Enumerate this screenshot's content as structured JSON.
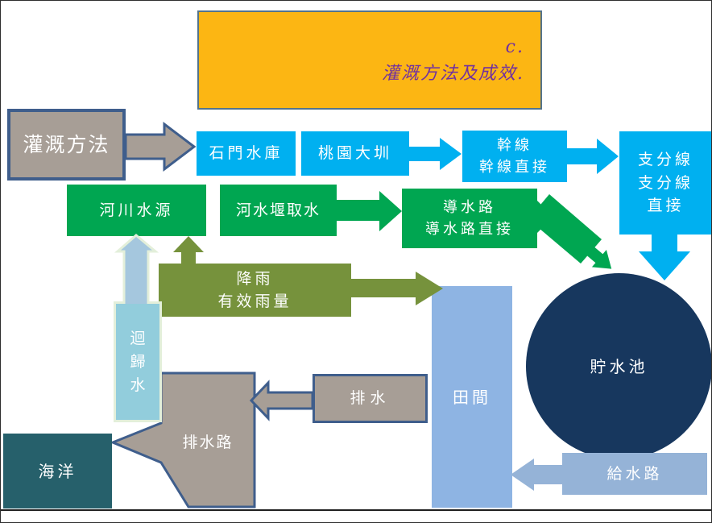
{
  "slide": {
    "title": {
      "prefix": "c.",
      "text": "灌溉方法及成效."
    },
    "nodes": {
      "method": {
        "label": "灌溉方法"
      },
      "reservoir": {
        "label": "石門水庫"
      },
      "canal": {
        "label": "桃園大圳"
      },
      "trunk_line": {
        "line1": "幹線",
        "line2": "幹線直接"
      },
      "branch_line": {
        "line1": "支分線",
        "line2": "支分線",
        "line3": "直接"
      },
      "river_source": {
        "label": "河川水源"
      },
      "weir_intake": {
        "label": "河水堰取水"
      },
      "conduit": {
        "line1": "導水路",
        "line2": "導水路直接"
      },
      "rainfall": {
        "line1": "降雨",
        "line2": "有效雨量"
      },
      "storage_pond": {
        "label": "貯水池"
      },
      "field": {
        "label": "田間"
      },
      "supply_channel": {
        "label": "給水路"
      },
      "drainage": {
        "label": "排水"
      },
      "drainage_channel": {
        "label": "排水路"
      },
      "return_water": {
        "char1": "迴",
        "char2": "歸",
        "char3": "水"
      },
      "ocean": {
        "label": "海洋"
      }
    },
    "colors": {
      "orange": "#FCB613",
      "orange-border": "#54748C",
      "purple": "#7030A0",
      "cyan": "#00B0F0",
      "green": "#00A651",
      "olive": "#76923C",
      "gray": "#A79E96",
      "gray-border": "#3F5E8C",
      "navy": "#17375E",
      "field-blue": "#8EB4E3",
      "supply-blue": "#95B3D7",
      "return-fill": "#92CDDC",
      "return-arrow": "#A5C7DE",
      "return-border": "#E3EFDA",
      "ocean-teal": "#26606B",
      "line": "#1F1F1F"
    }
  }
}
